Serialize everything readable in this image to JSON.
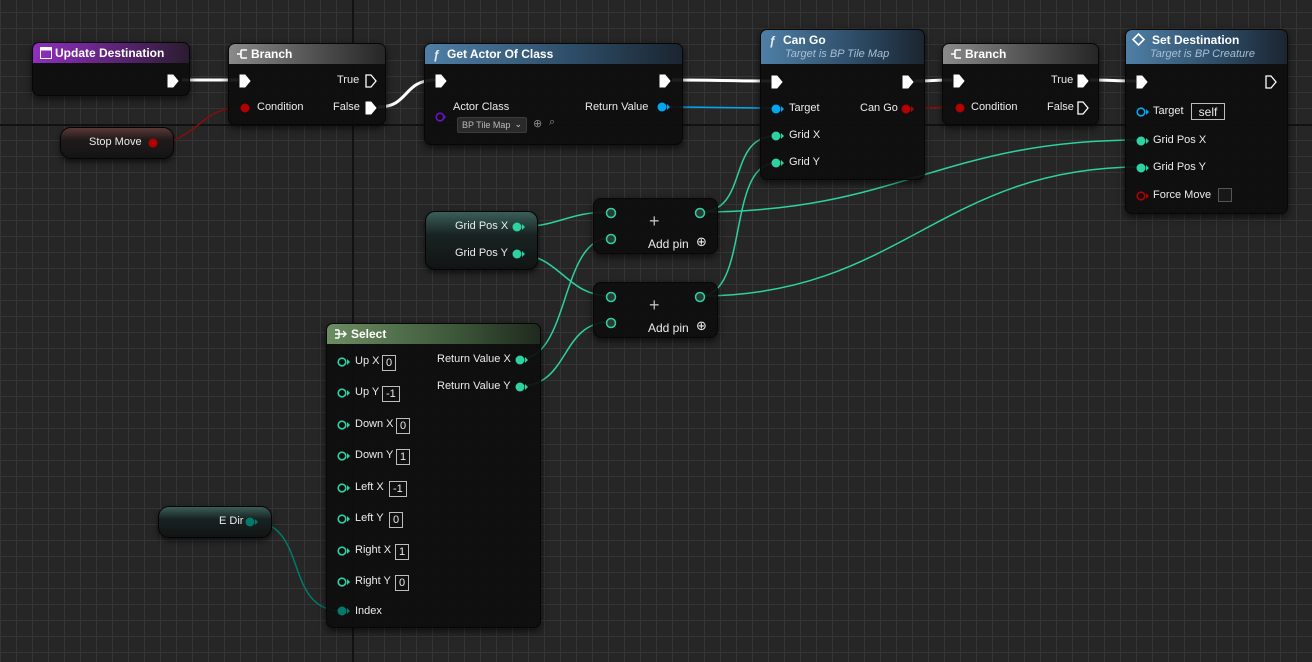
{
  "nodes": {
    "update_destination": {
      "title": "Update Destination"
    },
    "branch1": {
      "title": "Branch",
      "condition": "Condition",
      "true_label": "True",
      "false_label": "False"
    },
    "stop_move": {
      "label": "Stop Move"
    },
    "get_actor": {
      "title": "Get Actor Of Class",
      "actor_class": "Actor Class",
      "actor_class_value": "BP Tile Map",
      "return_value": "Return Value"
    },
    "can_go": {
      "title": "Can Go",
      "subtitle": "Target is BP Tile Map",
      "target": "Target",
      "grid_x": "Grid X",
      "grid_y": "Grid Y",
      "can_go_out": "Can Go"
    },
    "branch2": {
      "title": "Branch",
      "condition": "Condition",
      "true_label": "True",
      "false_label": "False"
    },
    "set_destination": {
      "title": "Set Destination",
      "subtitle": "Target is BP Creature",
      "target": "Target",
      "target_value": "self",
      "grid_pos_x": "Grid Pos X",
      "grid_pos_y": "Grid Pos Y",
      "force_move": "Force Move"
    },
    "grid_pos_var": {
      "x_label": "Grid Pos X",
      "y_label": "Grid Pos Y"
    },
    "add1": {
      "symbol": "+",
      "add_pin": "Add pin"
    },
    "add2": {
      "symbol": "+",
      "add_pin": "Add pin"
    },
    "select": {
      "title": "Select",
      "rows": [
        {
          "label": "Up X",
          "value": "0"
        },
        {
          "label": "Up Y",
          "value": "-1"
        },
        {
          "label": "Down X",
          "value": "0"
        },
        {
          "label": "Down Y",
          "value": "1"
        },
        {
          "label": "Left X",
          "value": "-1"
        },
        {
          "label": "Left Y",
          "value": "0"
        },
        {
          "label": "Right X",
          "value": "1"
        },
        {
          "label": "Right Y",
          "value": "0"
        }
      ],
      "index": "Index",
      "return_x": "Return Value X",
      "return_y": "Return Value Y"
    },
    "e_dir": {
      "label": "E Dir"
    }
  },
  "icons": {
    "event": "event-node-icon",
    "branch": "branch-icon",
    "function": "function-icon",
    "select": "select-icon",
    "set": "set-function-icon"
  },
  "colors": {
    "exec": "#ffffff",
    "bool": "#b30000",
    "object": "#00a8f2",
    "struct": "#2ed1a1",
    "byte": "#007a6c",
    "class": "#6b12c7"
  }
}
